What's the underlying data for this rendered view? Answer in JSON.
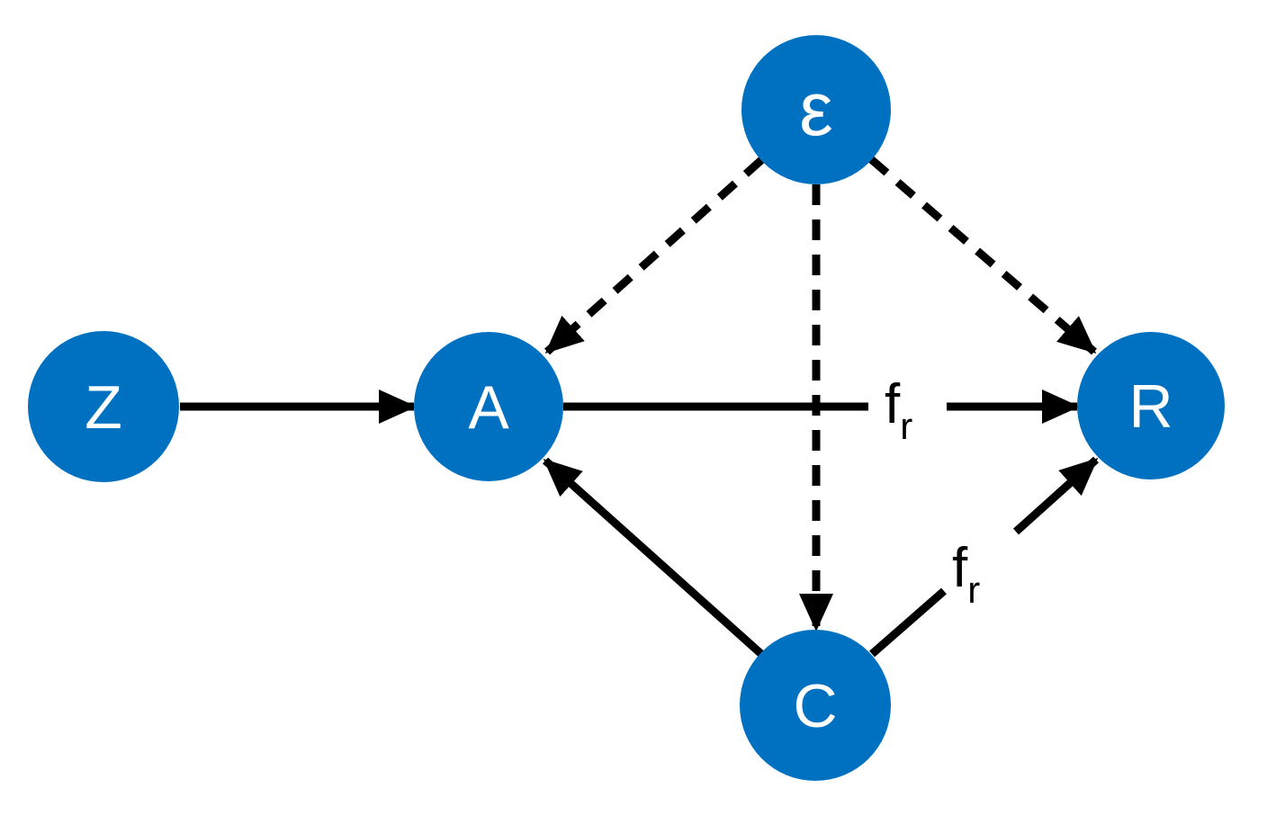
{
  "diagram": {
    "title": "causal-graph",
    "background_color": "#ffffff",
    "node_fill_color": "#0070C0",
    "node_text_color": "#ffffff",
    "edge_color": "#000000",
    "nodes": [
      {
        "id": "epsilon",
        "label": "ε"
      },
      {
        "id": "Z",
        "label": "Z"
      },
      {
        "id": "A",
        "label": "A"
      },
      {
        "id": "R",
        "label": "R"
      },
      {
        "id": "C",
        "label": "C"
      }
    ],
    "edges": [
      {
        "from": "Z",
        "to": "A",
        "style": "solid"
      },
      {
        "from": "A",
        "to": "R",
        "style": "solid",
        "label": {
          "main": "f",
          "sub": "r"
        }
      },
      {
        "from": "C",
        "to": "A",
        "style": "solid"
      },
      {
        "from": "C",
        "to": "R",
        "style": "solid",
        "label": {
          "main": "f",
          "sub": "r"
        }
      },
      {
        "from": "epsilon",
        "to": "A",
        "style": "dashed"
      },
      {
        "from": "epsilon",
        "to": "C",
        "style": "dashed"
      },
      {
        "from": "epsilon",
        "to": "R",
        "style": "dashed"
      }
    ]
  }
}
